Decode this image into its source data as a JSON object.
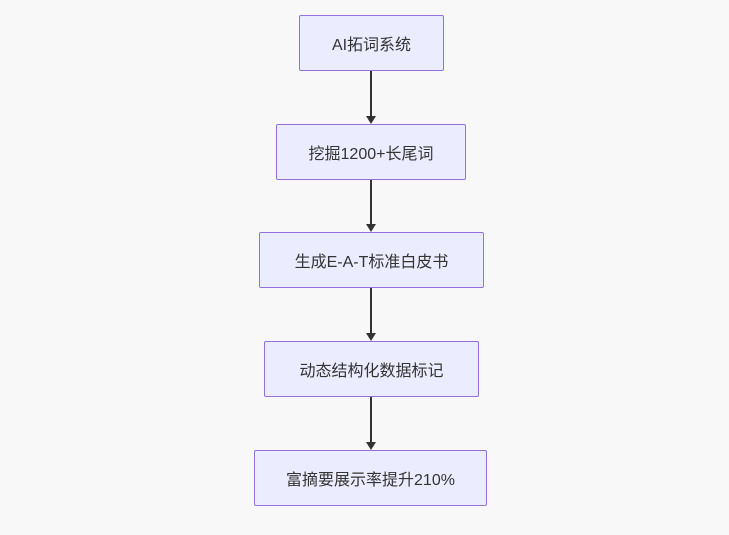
{
  "diagram": {
    "type": "flowchart",
    "direction": "top-down",
    "nodes": [
      {
        "id": "A",
        "label": "AI拓词系统"
      },
      {
        "id": "B",
        "label": "挖掘1200+长尾词"
      },
      {
        "id": "C",
        "label": "生成E-A-T标准白皮书"
      },
      {
        "id": "D",
        "label": "动态结构化数据标记"
      },
      {
        "id": "E",
        "label": "富摘要展示率提升210%"
      }
    ],
    "edges": [
      {
        "from": "A",
        "to": "B"
      },
      {
        "from": "B",
        "to": "C"
      },
      {
        "from": "C",
        "to": "D"
      },
      {
        "from": "D",
        "to": "E"
      }
    ],
    "colors": {
      "node_fill": "#ECECFF",
      "node_border": "#9370DB",
      "arrow": "#333333",
      "text": "#333333",
      "background": "#F8F8F8"
    }
  }
}
